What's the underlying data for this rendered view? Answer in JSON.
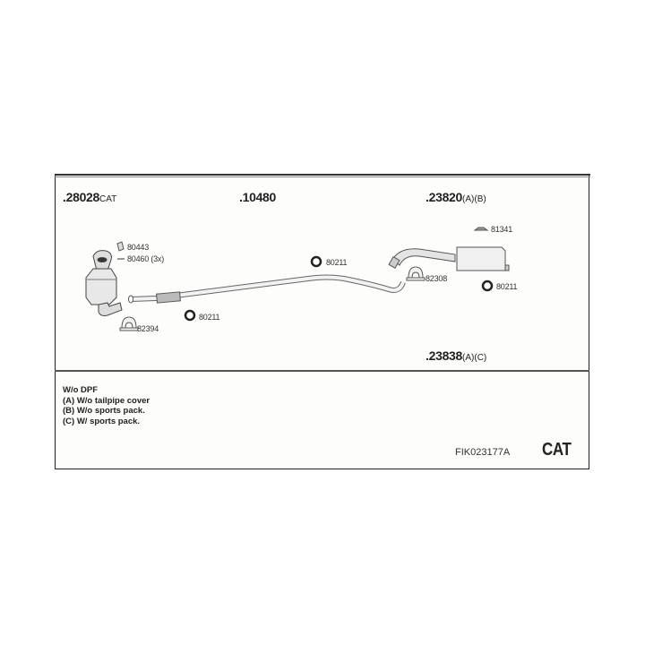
{
  "parts": {
    "catalyst": {
      "number": "28028",
      "suffix": "CAT"
    },
    "middle_pipe": {
      "number": "10480",
      "suffix": ""
    },
    "rear_silencer_ab": {
      "number": "23820",
      "suffix": "(A)(B)"
    },
    "rear_silencer_ac": {
      "number": "23838",
      "suffix": "(A)(C)"
    }
  },
  "accessories": {
    "gasket": "80443",
    "bolt": "80460 (3x)",
    "clamp_front": "82394",
    "rubber_mount_front": "80211",
    "rubber_mount_mid": "80211",
    "clamp_rear": "82308",
    "rubber_mount_rear": "80211",
    "heat_shield": "81341"
  },
  "notes": [
    "W/o DPF",
    "(A) W/o tailpipe cover",
    "(B) W/o sports pack.",
    "(C) W/ sports pack."
  ],
  "footer": {
    "kit_code": "FIK023177A",
    "type_label": "CAT"
  }
}
